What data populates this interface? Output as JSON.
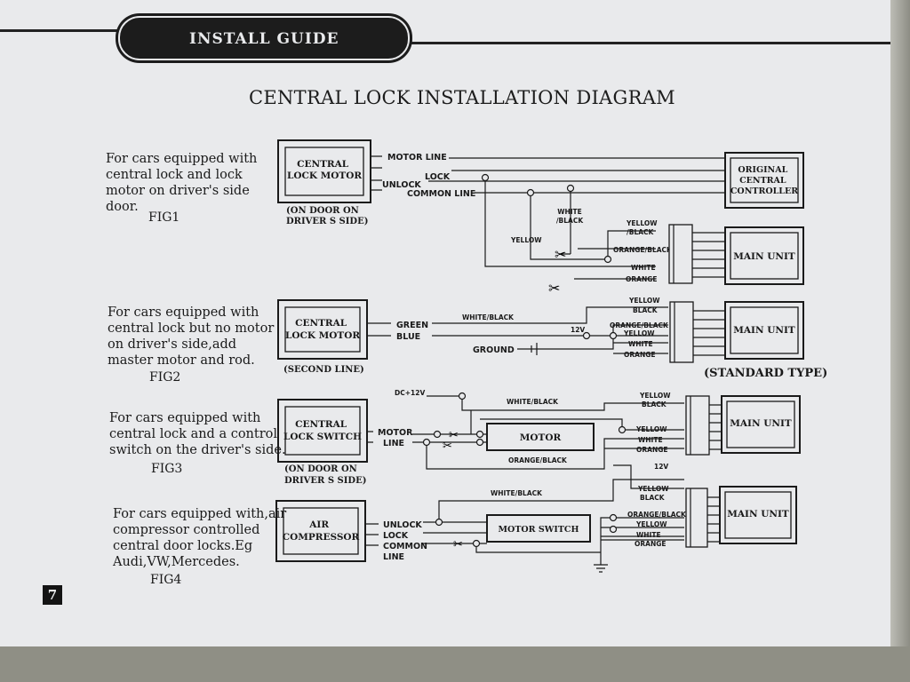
{
  "header": {
    "title": "INSTALL GUIDE"
  },
  "diagram_title": "CENTRAL LOCK INSTALLATION DIAGRAM",
  "page_number": "7",
  "figures": [
    {
      "description": "For cars equipped with\ncentral lock and lock\nmotor on driver's side\ndoor.",
      "label": "FIG1",
      "left_box": "CENTRAL\nLOCK MOTOR",
      "left_caption": "(ON DOOR ON\nDRIVER S SIDE)",
      "wires": [
        "MOTOR LINE",
        "LOCK",
        "UNLOCK",
        "COMMON LINE"
      ],
      "right_box_top": "ORIGINAL\nCENTRAL\nCONTROLLER",
      "right_box": "MAIN UNIT",
      "labels": [
        "WHITE\n/BLACK",
        "YELLOW",
        "YELLOW\n/BLACK",
        "ORANGE/BLACK",
        "WHITE",
        "ORANGE"
      ]
    },
    {
      "description": "For cars equipped with\ncentral lock but no motor\non driver's side,add\nmaster motor and rod.",
      "label": "FIG2",
      "left_box": "CENTRAL\nLOCK MOTOR",
      "left_caption": "(SECOND LINE)",
      "wires": [
        "GREEN",
        "BLUE"
      ],
      "right_box": "MAIN UNIT",
      "labels": [
        "WHITE/BLACK",
        "GROUND",
        "12V",
        "YELLOW",
        "BLACK",
        "ORANGE/BLACK",
        "YELLOW",
        "WHITE",
        "ORANGE"
      ],
      "note": "(STANDARD TYPE)"
    },
    {
      "description": "For cars equipped with\ncentral lock and a control\nswitch on the driver's side.",
      "label": "FIG3",
      "left_box": "CENTRAL\nLOCK SWITCH",
      "left_caption": "(ON DOOR ON\nDRIVER S SIDE)",
      "wires": [
        "MOTOR",
        "LINE"
      ],
      "middle_box": "MOTOR",
      "right_box": "MAIN UNIT",
      "labels": [
        "DC+12V",
        "WHITE/BLACK",
        "ORANGE/BLACK",
        "YELLOW",
        "BLACK",
        "YELLOW",
        "WHITE",
        "ORANGE"
      ]
    },
    {
      "description": "For cars equipped with,air\ncompressor controlled\ncentral door locks.Eg\nAudi,VW,Mercedes.",
      "label": "FIG4",
      "left_box": "AIR\nCOMPRESSOR",
      "wires": [
        "UNLOCK",
        "LOCK",
        "COMMON",
        "LINE"
      ],
      "middle_box": "MOTOR SWITCH",
      "right_box": "MAIN UNIT",
      "labels": [
        "WHITE/BLACK",
        "12V",
        "YELLOW",
        "BLACK",
        "ORANGE/BLACK",
        "YELLOW",
        "WHITE",
        "ORANGE"
      ]
    }
  ]
}
